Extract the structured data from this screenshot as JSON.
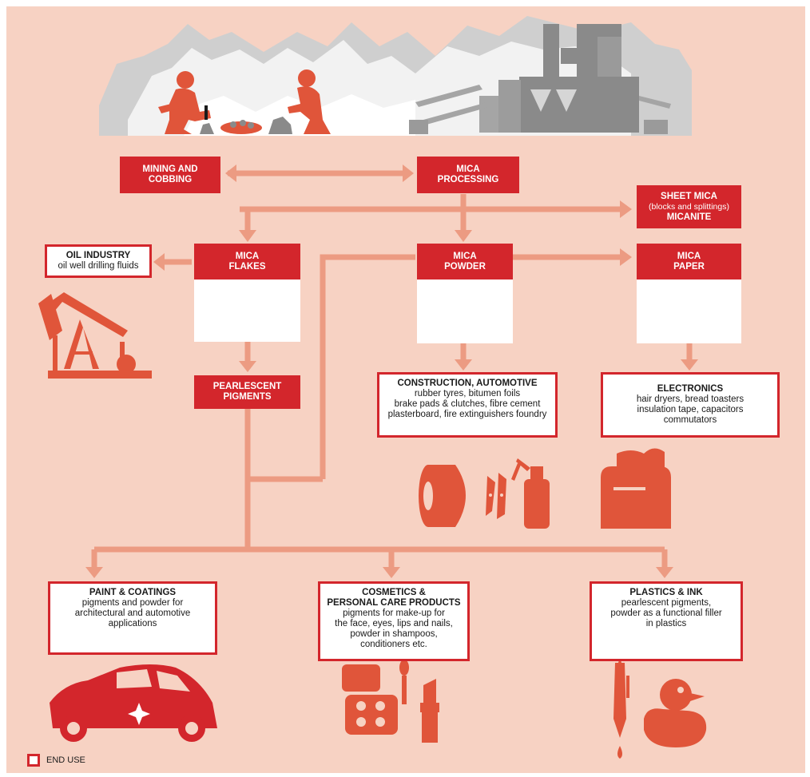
{
  "nodes": {
    "mining": "MINING AND\nCOBBING",
    "processing": "MICA\nPROCESSING",
    "sheet_title": "SHEET MICA",
    "sheet_sub": "(blocks and splittings)",
    "sheet_bottom": "MICANITE",
    "flakes": "MICA\nFLAKES",
    "powder": "MICA\nPOWDER",
    "paper": "MICA\nPAPER",
    "pearlescent": "PEARLESCENT\nPIGMENTS"
  },
  "end_uses": {
    "oil": {
      "title": "OIL INDUSTRY",
      "body": "oil well drilling fluids"
    },
    "construction": {
      "title": "CONSTRUCTION, AUTOMOTIVE",
      "body": "rubber tyres, bitumen foils\nbrake pads & clutches, fibre cement\nplasterboard, fire extinguishers foundry"
    },
    "electronics": {
      "title": "ELECTRONICS",
      "body": "hair dryers, bread toasters\ninsulation tape, capacitors\ncommutators"
    },
    "paint": {
      "title": "PAINT & COATINGS",
      "body": "pigments and powder for\narchitectural and automotive\napplications"
    },
    "cosmetics": {
      "title": "COSMETICS &\nPERSONAL CARE PRODUCTS",
      "body": "pigments for make-up for\nthe face, eyes, lips and nails,\npowder in shampoos,\nconditioners etc."
    },
    "plastics": {
      "title": "PLASTICS & INK",
      "body": "pearlescent pigments,\npowder as a functional filler\nin plastics"
    }
  },
  "legend": {
    "label": "END USE"
  },
  "colors": {
    "background": "#f7d2c3",
    "red": "#d3262c",
    "arrow": "#ec9b82",
    "icon": "#e0553a",
    "gray": "#cfcfcf"
  },
  "icons": [
    "miners-icon",
    "factory-icon",
    "mica-flakes-icon",
    "mica-powder-icon",
    "mica-paper-icon",
    "oil-pump-icon",
    "tyre-icon",
    "brake-pad-icon",
    "fire-extinguisher-icon",
    "toaster-icon",
    "car-icon",
    "compact-powder-icon",
    "lipstick-icon",
    "makeup-brush-icon",
    "pen-icon",
    "rubber-duck-icon"
  ]
}
